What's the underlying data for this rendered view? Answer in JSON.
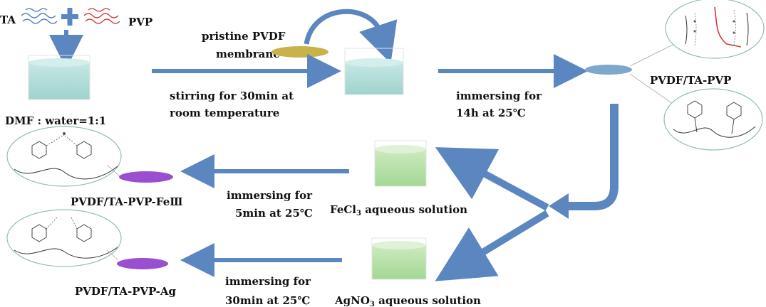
{
  "colors": {
    "arrow": "#5b86bf",
    "beaker_liquid_blue": "#aedbd7",
    "beaker_liquid_green": "#b4e0a6",
    "membrane_gold": "#c8b24a",
    "membrane_blue": "#7fa6cc",
    "membrane_purple": "#9a4fd0",
    "ta_molecule": "#4f79c7",
    "pvp_molecule": "#d33a3a",
    "ellipse_outline": "#8fbfb0"
  },
  "labels": {
    "ta": "TA",
    "pvp": "PVP",
    "solvent": "DMF : water=1:1",
    "pristine_line1": "pristine  PVDF",
    "pristine_line2": "membrane",
    "stir_line1": "stirring for 30min at",
    "stir_line2": "room temperature",
    "immerse14_line1": "immersing for",
    "immerse14_line2": "14h at 25℃",
    "product_ta_pvp": "PVDF/TA-PVP",
    "product_fe": "PVDF/TA-PVP-Fe",
    "fe_suffix": "Ⅲ",
    "product_ag": "PVDF/TA-PVP-Ag",
    "immerse5_line1": "immersing for",
    "immerse5_line2": "5min at 25℃",
    "immerse30_line1": "immersing for",
    "immerse30_line2": "30min at 25℃",
    "fecl_main": "FeCl",
    "fecl_sub": "3",
    "fecl_tail": " aqueous solution",
    "agno_main": "AgNO",
    "agno_sub": "3",
    "agno_tail": " aqueous solution"
  },
  "icons": [
    "ta-molecule-icon",
    "pvp-molecule-icon",
    "plus-icon",
    "beaker-icon",
    "membrane-disc-icon",
    "process-arrow-icon",
    "molecular-structure-icon"
  ]
}
